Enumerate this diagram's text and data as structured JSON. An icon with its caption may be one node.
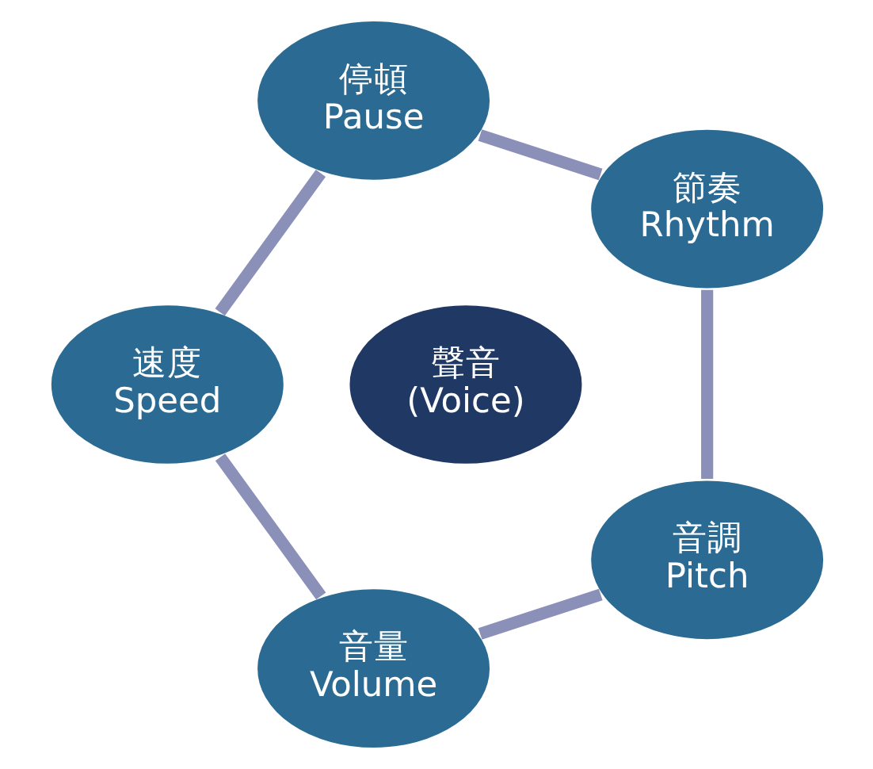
{
  "diagram": {
    "nodes": [
      {
        "text": [
          "節奏",
          "Rhythm"
        ]
      },
      {
        "text": [
          "停頓",
          "Pause"
        ]
      },
      {
        "text": [
          "音調",
          "Pitch"
        ]
      },
      {
        "text": [
          "聲音",
          "(Voice)"
        ]
      },
      {
        "text": [
          "速度",
          "Speed"
        ]
      },
      {
        "text": [
          "音量",
          "Volume"
        ]
      }
    ],
    "edges": [
      {
        "from": 0,
        "to": 2,
        "arrow": "none"
      },
      {
        "from": 2,
        "to": 5,
        "arrow": "none"
      },
      {
        "from": 5,
        "to": 4,
        "arrow": "none"
      },
      {
        "from": 4,
        "to": 1,
        "arrow": "none"
      },
      {
        "from": 1,
        "to": 0,
        "arrow": "none"
      }
    ]
  }
}
